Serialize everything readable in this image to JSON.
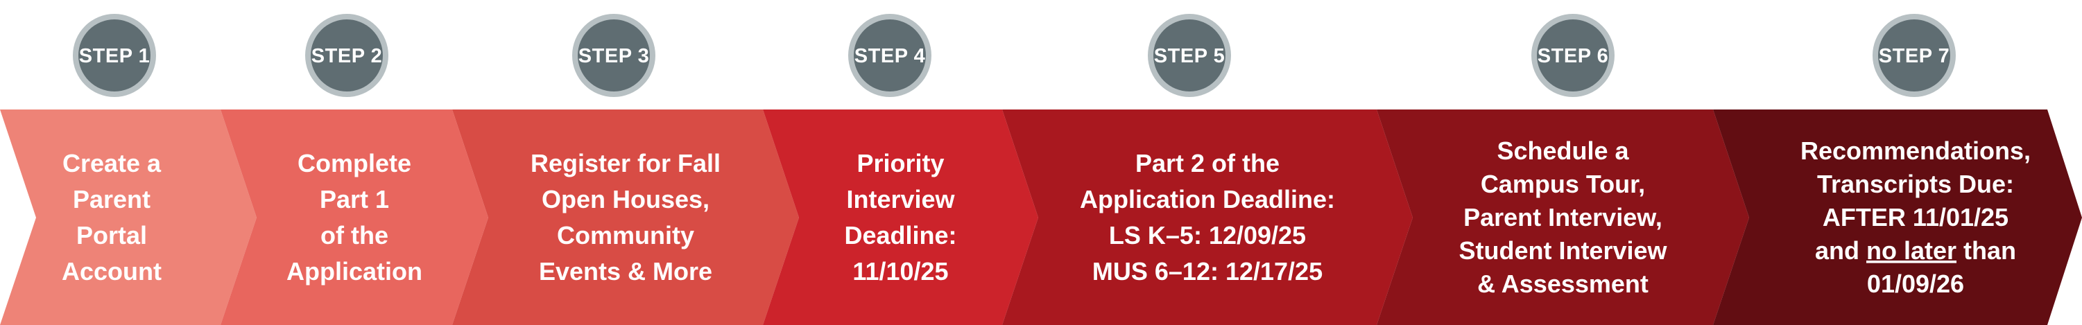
{
  "steps": [
    {
      "badge": "STEP 1",
      "color": "#ee8377",
      "lines": [
        "Create a",
        "Parent",
        "Portal",
        "Account"
      ]
    },
    {
      "badge": "STEP 2",
      "color": "#e8665e",
      "lines": [
        "Complete",
        "Part 1",
        "of the",
        "Application"
      ]
    },
    {
      "badge": "STEP 3",
      "color": "#d84c45",
      "lines": [
        "Register for Fall",
        "Open Houses,",
        "Community",
        "Events & More"
      ]
    },
    {
      "badge": "STEP 4",
      "color": "#cc232b",
      "lines": [
        "Priority",
        "Interview",
        "Deadline:",
        "11/10/25"
      ]
    },
    {
      "badge": "STEP 5",
      "color": "#a9181f",
      "lines": [
        "Part 2 of the",
        "Application Deadline:",
        "LS K–5: 12/09/25",
        "MUS 6–12: 12/17/25"
      ]
    },
    {
      "badge": "STEP 6",
      "color": "#8b1319",
      "lines": [
        "Schedule a",
        "Campus Tour,",
        "Parent Interview,",
        "Student Interview",
        "& Assessment"
      ]
    },
    {
      "badge": "STEP 7",
      "color": "#620d12",
      "lines": [
        "Recommendations,",
        "Transcripts Due:",
        "AFTER 11/01/25",
        "and ~no later~ than",
        "01/09/26"
      ]
    }
  ],
  "badge_fill": "#5f6d72",
  "badge_ring": "#b7c0c3"
}
